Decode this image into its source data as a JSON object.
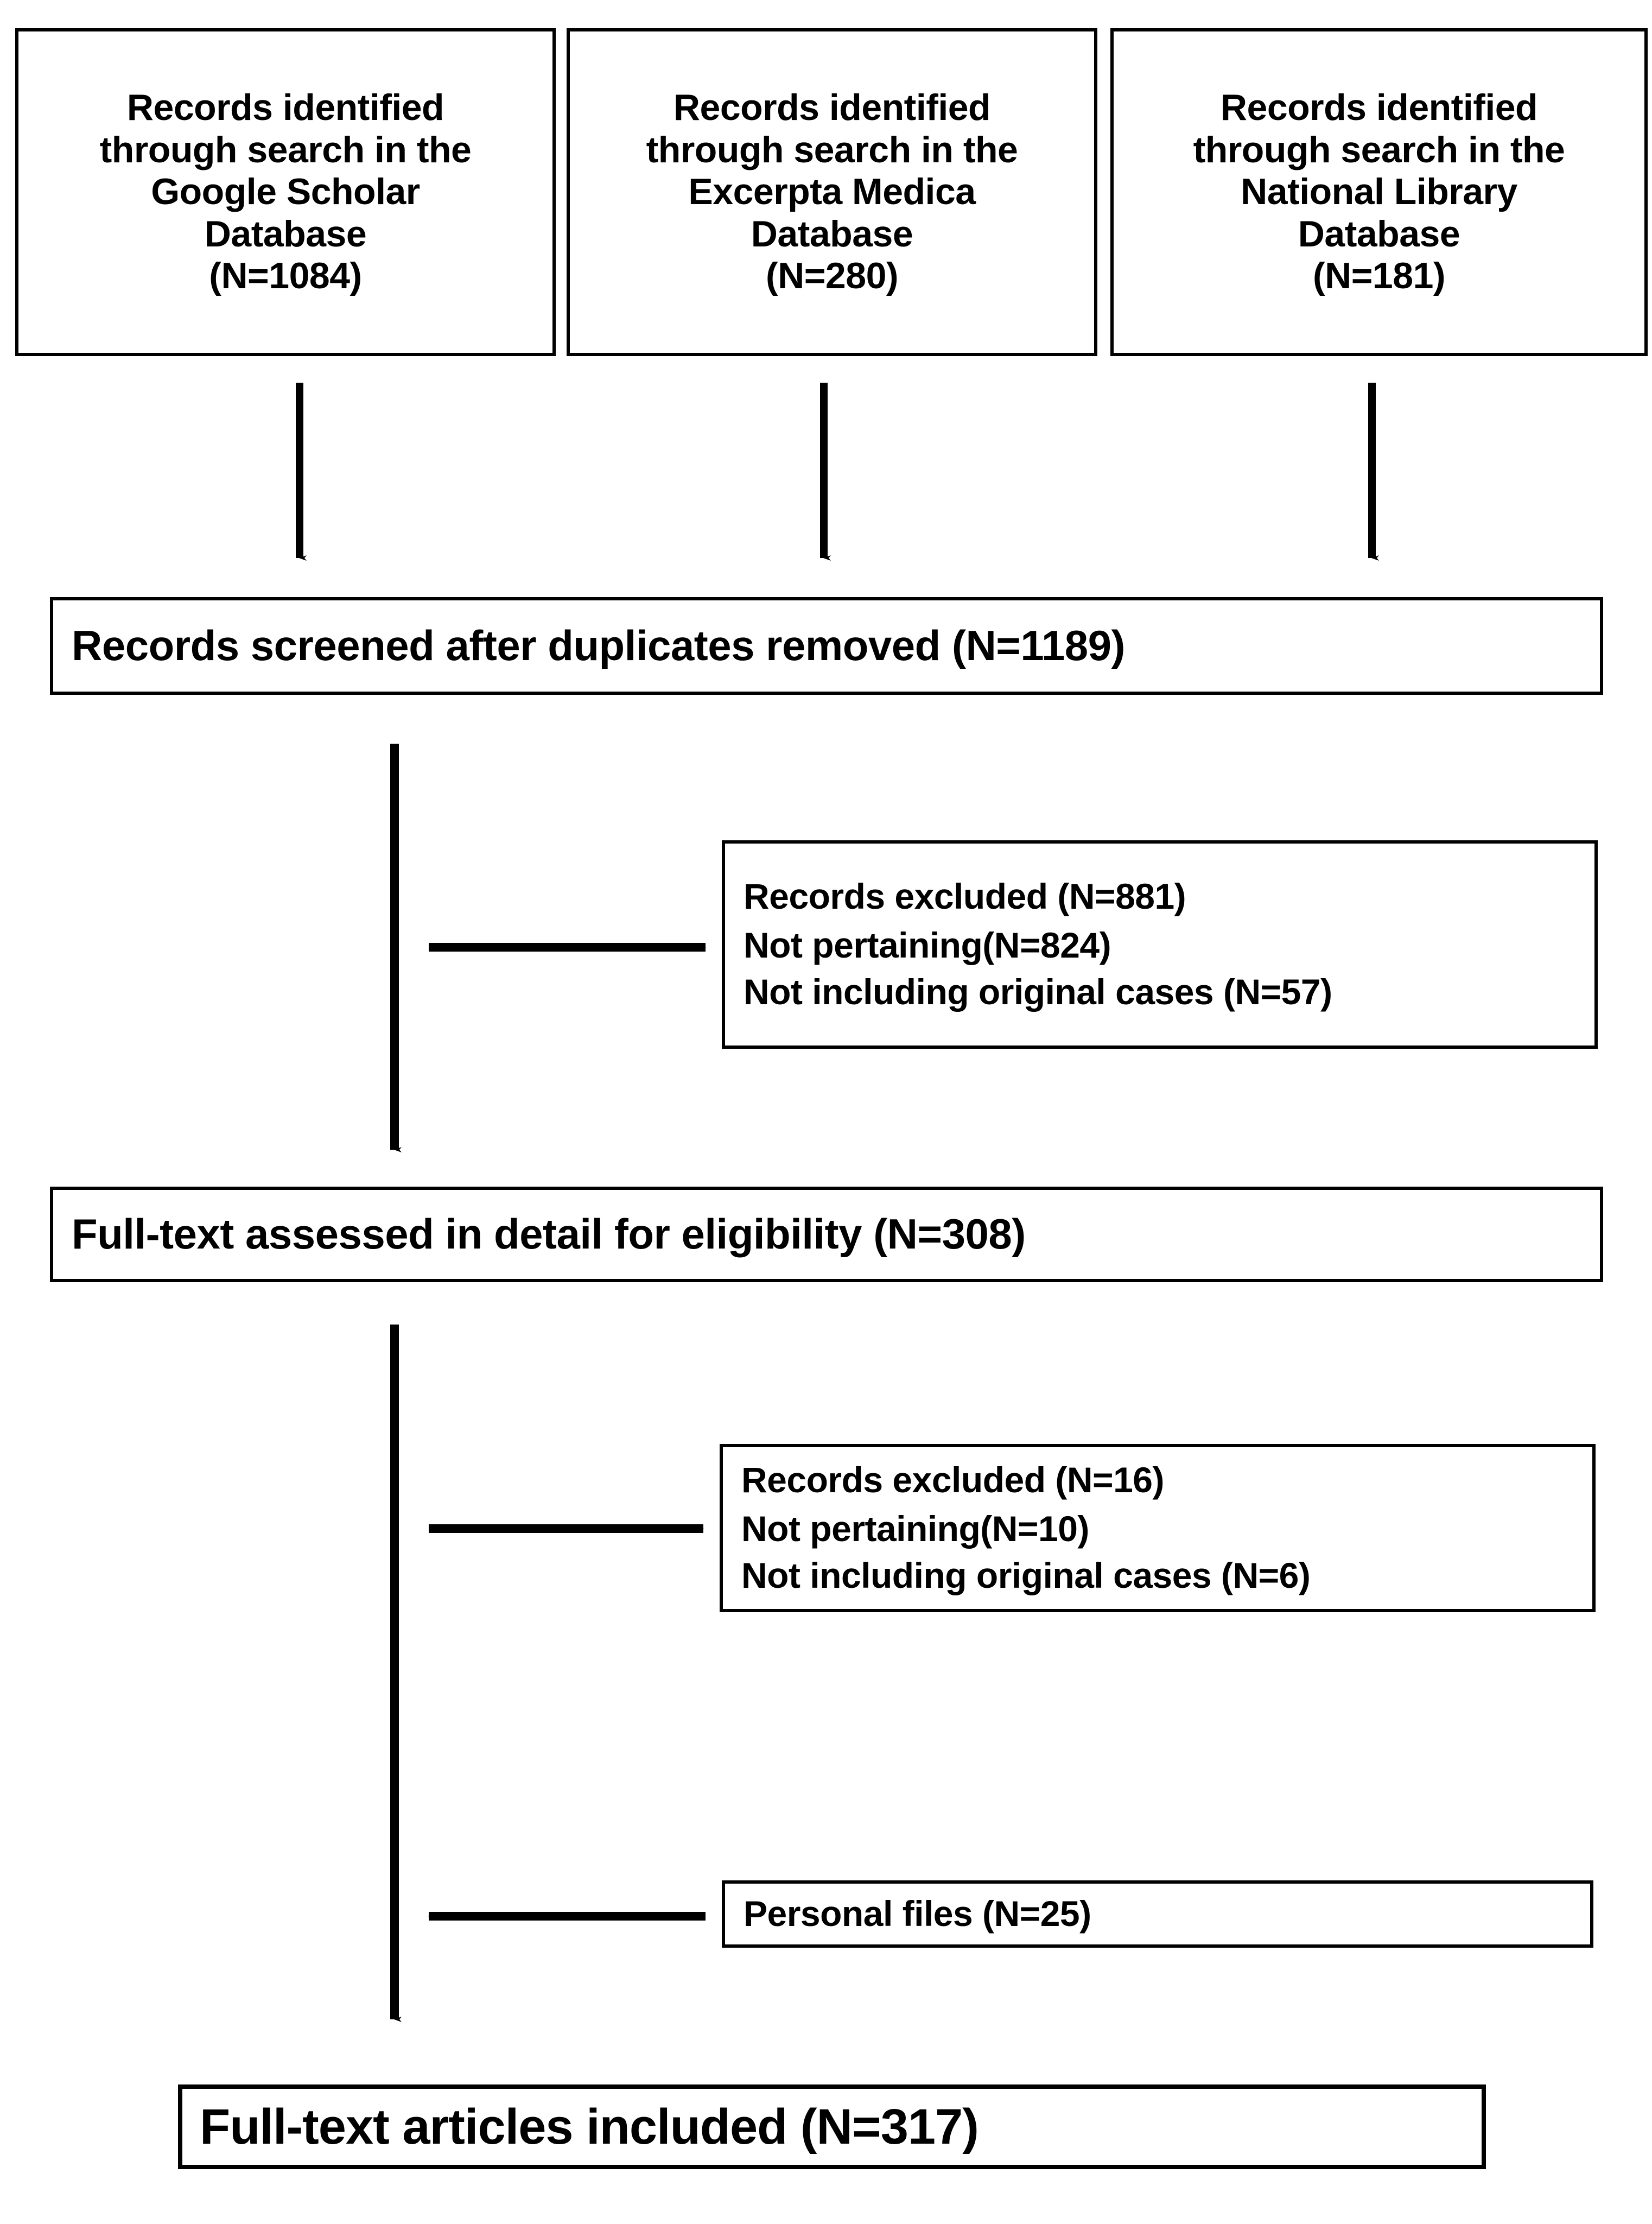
{
  "diagram": {
    "title": "PRISMA study selection flow diagram",
    "type": "flowchart",
    "orientation": "top-to-bottom",
    "stroke_color": "#000000",
    "background_color": "#ffffff",
    "sources": [
      {
        "id": "google-scholar",
        "lines": [
          "Records identified",
          "through search in the",
          "Google Scholar",
          "Database",
          "(N=1084)"
        ],
        "count": 1084
      },
      {
        "id": "excerpta-medica",
        "lines": [
          "Records identified",
          "through search in the",
          "Excerpta Medica",
          "Database",
          "(N=280)"
        ],
        "count": 280
      },
      {
        "id": "national-library",
        "lines": [
          "Records identified",
          "through search in the",
          "National Library",
          "Database",
          "(N=181)"
        ],
        "count": 181
      }
    ],
    "screened": {
      "label": "Records screened after duplicates removed (N=1189)",
      "count": 1189
    },
    "exclusion_1": {
      "lines": [
        "Records excluded (N=881)",
        "Not pertaining(N=824)",
        "Not including original cases (N=57)"
      ],
      "total": 881,
      "not_pertaining": 824,
      "not_original_cases": 57
    },
    "eligibility": {
      "label": "Full-text assessed in detail for eligibility (N=308)",
      "count": 308
    },
    "exclusion_2": {
      "lines": [
        "Records excluded (N=16)",
        "Not pertaining(N=10)",
        "Not including original cases (N=6)"
      ],
      "total": 16,
      "not_pertaining": 10,
      "not_original_cases": 6
    },
    "personal_files": {
      "label": "Personal files  (N=25)",
      "count": 25
    },
    "included": {
      "label": "Full-text articles included (N=317)",
      "count": 317
    }
  }
}
